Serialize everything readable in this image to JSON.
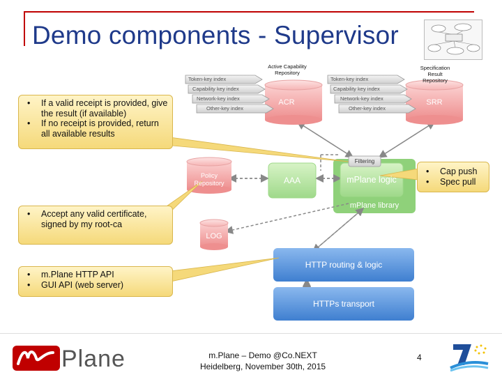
{
  "slide": {
    "title": "Demo components - Supervisor",
    "page_number": "4"
  },
  "callouts": {
    "receipt": [
      "If a valid receipt is provided, give the result (if available)",
      "If no receipt is provided, return all available results"
    ],
    "certificate": [
      "Accept any valid certificate, signed by my root-ca"
    ],
    "api": [
      "m.Plane HTTP API",
      "GUI API (web server)"
    ],
    "push_pull": [
      "Cap push",
      "Spec pull"
    ]
  },
  "diagram": {
    "acr_caption_1": "Active Capability",
    "acr_caption_2": "Repository",
    "srr_caption_1": "Specification",
    "srr_caption_2": "Result",
    "srr_caption_3": "Repository",
    "acr_label": "ACR",
    "srr_label": "SRR",
    "acr_indexes": [
      "Token-key index",
      "Capability key index",
      "Network-key index",
      "Other-key index"
    ],
    "srr_indexes": [
      "Token-key index",
      "Capability key index",
      "Network-key index",
      "Other-key index"
    ],
    "filtering": "Filtering",
    "policy_1": "Policy",
    "policy_2": "Repository",
    "aaa": "AAA",
    "mplane_logic": "mPlane logic",
    "mplane_library": "mPlane library",
    "log": "LOG",
    "http_routing": "HTTP routing & logic",
    "https_transport": "HTTPs transport"
  },
  "footer": {
    "line1": "m.Plane – Demo @Co.NEXT",
    "line2": "Heidelberg, November 30th, 2015"
  },
  "logo": {
    "text": "Plane"
  },
  "colors": {
    "title": "#1f3a8a",
    "accent_red": "#c00000",
    "repo_pink": "#f4a6a6",
    "green": "#b8e6a0",
    "blue": "#4f8fd8"
  }
}
